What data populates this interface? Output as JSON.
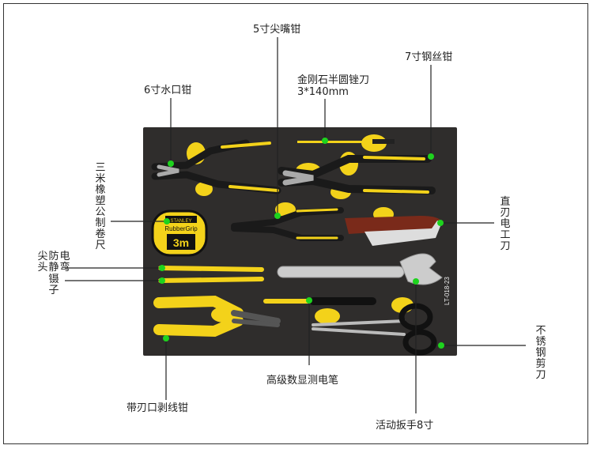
{
  "labels": {
    "plier5": "5寸尖嘴钳",
    "plier7": "7寸钢丝钳",
    "file": "金刚石半圆锉刀",
    "file_size": "3*140mm",
    "plier6": "6寸水口钳",
    "tape": "三米橡塑公制卷尺",
    "knife": "直刃电工刀",
    "tweezer_col1": "尖头",
    "tweezer_col2": "防静",
    "tweezer_col3": "电弯",
    "tweezer_col4": "镊子",
    "tweezer_mid": "，",
    "scissors": "不锈钢剪刀",
    "tester": "高级数显测电笔",
    "stripper": "带刃口剥线钳",
    "wrench": "活动扳手8寸"
  },
  "tray": {
    "model": "LT-018-23",
    "tape_brand": "STANLEY",
    "tape_model": "RubberGrip",
    "tape_length": "3m"
  },
  "colors": {
    "tray": "#2f2d2c",
    "yellow": "#f3d21a",
    "marker": "#1ed31e",
    "line": "#222222"
  }
}
